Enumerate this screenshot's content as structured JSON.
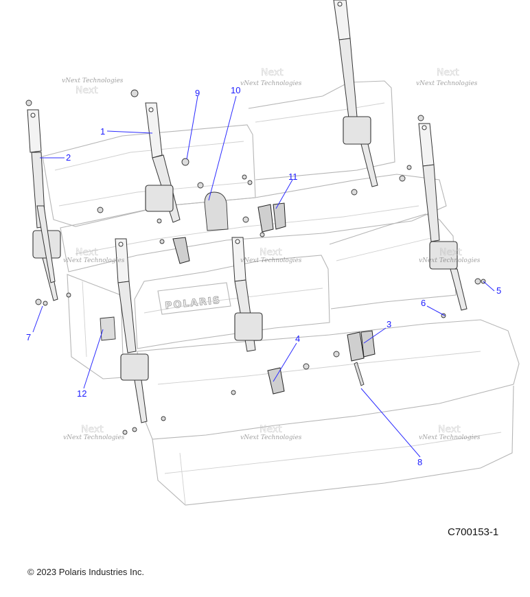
{
  "callouts": [
    {
      "label": "1",
      "name": "callout-1"
    },
    {
      "label": "2",
      "name": "callout-2"
    },
    {
      "label": "3",
      "name": "callout-3"
    },
    {
      "label": "4",
      "name": "callout-4"
    },
    {
      "label": "5",
      "name": "callout-5"
    },
    {
      "label": "6",
      "name": "callout-6"
    },
    {
      "label": "7",
      "name": "callout-7"
    },
    {
      "label": "8",
      "name": "callout-8"
    },
    {
      "label": "9",
      "name": "callout-9"
    },
    {
      "label": "10",
      "name": "callout-10"
    },
    {
      "label": "11",
      "name": "callout-11"
    },
    {
      "label": "12",
      "name": "callout-12"
    }
  ],
  "watermark": {
    "brand": "vNext Technologies",
    "overlay": "Next"
  },
  "seat_logo": "POLARIS",
  "diagram_code": "C700153-1",
  "copyright": "© 2023 Polaris Industries Inc.",
  "colors": {
    "callout": "#1a1aff",
    "outline": "#b5b5b5",
    "part": "#333333"
  }
}
